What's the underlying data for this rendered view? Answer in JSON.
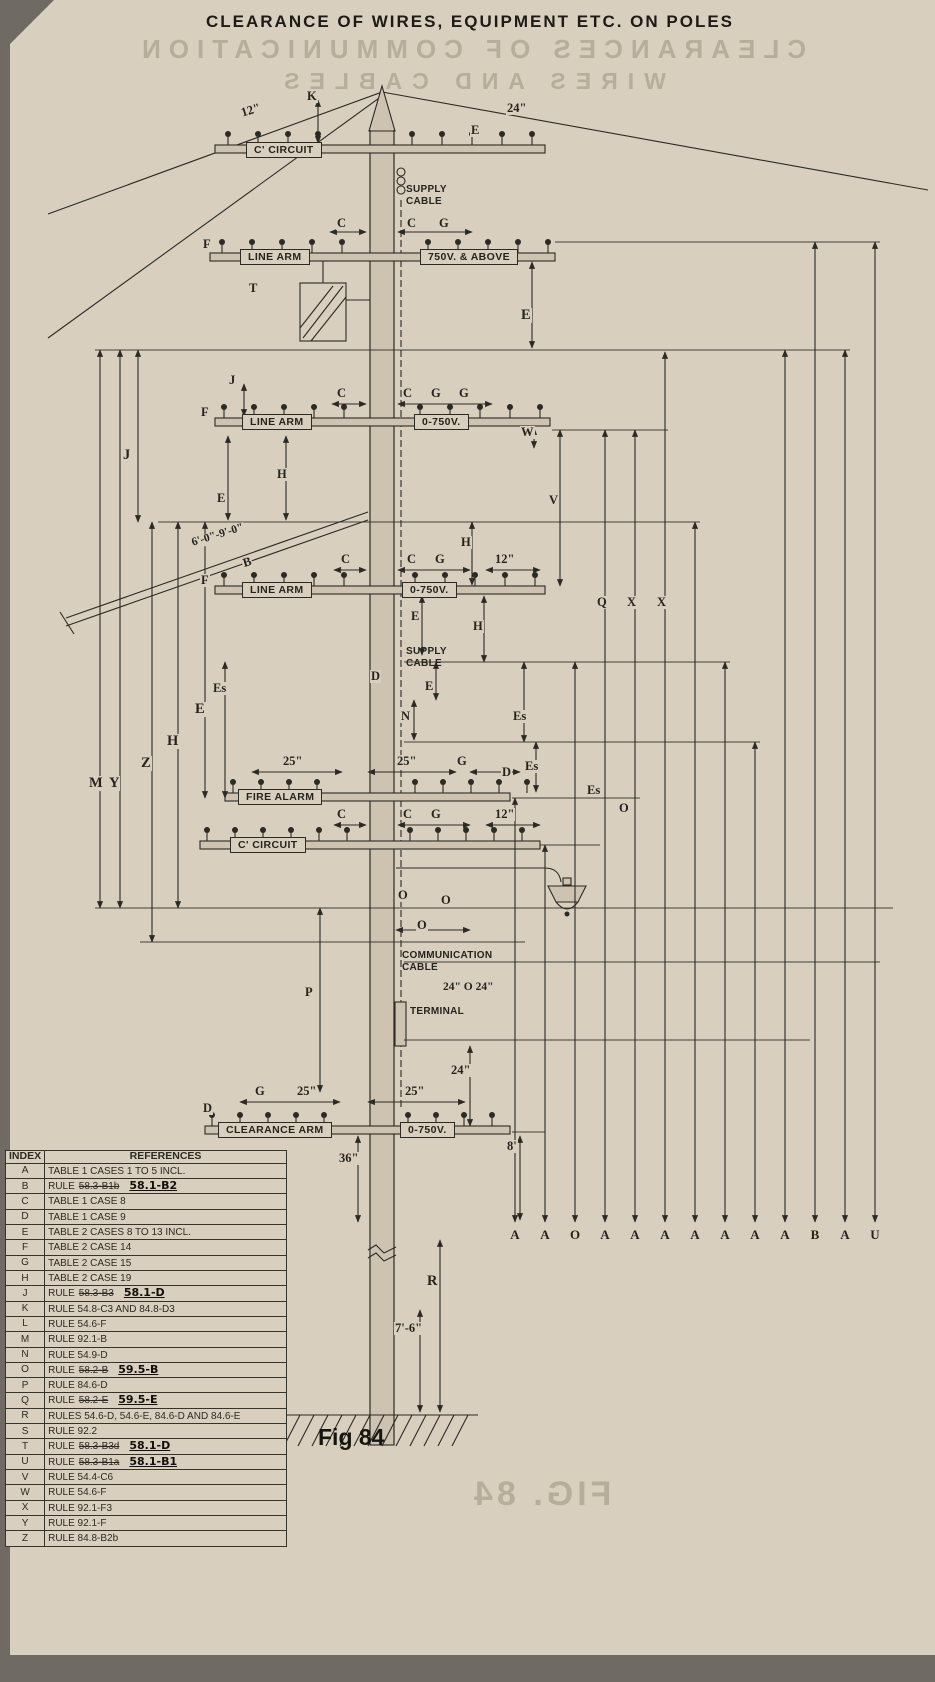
{
  "page": {
    "title": "CLEARANCE OF WIRES, EQUIPMENT ETC. ON POLES",
    "figure_caption": "Fig 84"
  },
  "bleedthrough": {
    "line1": "CLEARANCES OF COMMUNICATION",
    "line2": "WIRES AND CABLES",
    "fig": "FIG. 84"
  },
  "diagram": {
    "arms": {
      "arm1_label": "C' CIRCUIT",
      "arm2_label": "LINE ARM",
      "arm2_voltage": "750V. & ABOVE",
      "arm3_label": "LINE ARM",
      "arm3_voltage": "0-750V.",
      "arm4_label": "LINE ARM",
      "arm4_voltage": "0-750V.",
      "arm5_label": "FIRE ALARM",
      "arm6_label": "C' CIRCUIT",
      "arm7_label": "CLEARANCE ARM",
      "arm7_voltage": "0-750V."
    },
    "notes": {
      "supply_cable": [
        "SUPPLY",
        "CABLE"
      ],
      "communication_cable": [
        "COMMUNICATION",
        "CABLE"
      ],
      "terminal": "TERMINAL"
    },
    "dims": {
      "k": "K",
      "in12_top": "12\"",
      "in24_top": "24\"",
      "e_top": "E",
      "c_a": "C",
      "c_b": "C",
      "g_a": "G",
      "f_a": "F",
      "t": "T",
      "e_a": "E",
      "j_a": "J",
      "j_b": "J",
      "c_c": "C",
      "c_d": "C",
      "g_b": "G",
      "g_c": "G",
      "f_b": "F",
      "w": "W",
      "h_a": "H",
      "e_e": "E",
      "v": "V",
      "guy": "6'-0\"-9'-0\"",
      "b": "B",
      "c_e": "C",
      "c_f": "C",
      "g_d": "G",
      "in12_a": "12\"",
      "f_c": "F",
      "h_c": "H",
      "e_c": "E",
      "h_b": "H",
      "q": "Q",
      "x_a": "X",
      "x_b": "X",
      "d_a": "D",
      "e_d": "E",
      "n": "N",
      "es_a": "Es",
      "e_b": "E",
      "h_d": "H",
      "z": "Z",
      "m": "M",
      "y": "Y",
      "es_b": "Es",
      "es_c": "Es",
      "in25_a": "25\"",
      "in25_b": "25\"",
      "g_e": "G",
      "d_b": "D",
      "es_d": "Es",
      "o_a": "O",
      "c_g": "C",
      "c_h": "C",
      "g_f": "G",
      "in12_b": "12\"",
      "o_b": "O",
      "o_c": "O",
      "o_d": "O",
      "p": "P",
      "t24_mid": "24\" O 24\"",
      "in24_a": "24\"",
      "g_g": "G",
      "in25_c": "25\"",
      "in25_d": "25\"",
      "d_c": "D",
      "ft8": "8'",
      "in36": "36\"",
      "r": "R",
      "ft76": "7'-6\""
    },
    "bottom_letters": [
      "A",
      "A",
      "O",
      "A",
      "A",
      "A",
      "A",
      "A",
      "A",
      "A",
      "B",
      "A",
      "U"
    ]
  },
  "references_table": {
    "header": {
      "index": "INDEX",
      "references": "REFERENCES"
    },
    "rows": [
      {
        "index": "A",
        "text": "TABLE 1 CASES 1 TO 5 INCL.",
        "old": "",
        "new": ""
      },
      {
        "index": "B",
        "text": "RULE",
        "old": "58.3-B1b",
        "new": "58.1-B2"
      },
      {
        "index": "C",
        "text": "TABLE 1 CASE 8",
        "old": "",
        "new": ""
      },
      {
        "index": "D",
        "text": "TABLE 1 CASE 9",
        "old": "",
        "new": ""
      },
      {
        "index": "E",
        "text": "TABLE 2 CASES 8 TO 13 INCL.",
        "old": "",
        "new": ""
      },
      {
        "index": "F",
        "text": "TABLE 2 CASE 14",
        "old": "",
        "new": ""
      },
      {
        "index": "G",
        "text": "TABLE 2 CASE 15",
        "old": "",
        "new": ""
      },
      {
        "index": "H",
        "text": "TABLE 2 CASE 19",
        "old": "",
        "new": ""
      },
      {
        "index": "J",
        "text": "RULE",
        "old": "58.3-B3",
        "new": "58.1-D"
      },
      {
        "index": "K",
        "text": "RULE 54.8-C3 AND 84.8-D3",
        "old": "",
        "new": ""
      },
      {
        "index": "L",
        "text": "RULE 54.6-F",
        "old": "",
        "new": ""
      },
      {
        "index": "M",
        "text": "RULE 92.1-B",
        "old": "",
        "new": ""
      },
      {
        "index": "N",
        "text": "RULE 54.9-D",
        "old": "",
        "new": ""
      },
      {
        "index": "O",
        "text": "RULE",
        "old": "58.2-B",
        "new": "59.5-B"
      },
      {
        "index": "P",
        "text": "RULE 84.6-D",
        "old": "",
        "new": ""
      },
      {
        "index": "Q",
        "text": "RULE",
        "old": "58.2-E",
        "new": "59.5-E"
      },
      {
        "index": "R",
        "text": "RULES 54.6-D, 54.6-E, 84.6-D AND 84.6-E",
        "old": "",
        "new": ""
      },
      {
        "index": "S",
        "text": "RULE 92.2",
        "old": "",
        "new": ""
      },
      {
        "index": "T",
        "text": "RULE",
        "old": "58.3-B3d",
        "new": "58.1-D"
      },
      {
        "index": "U",
        "text": "RULE",
        "old": "58.3-B1a",
        "new": "58.1-B1"
      },
      {
        "index": "V",
        "text": "RULE 54.4-C6",
        "old": "",
        "new": ""
      },
      {
        "index": "W",
        "text": "RULE 54.6-F",
        "old": "",
        "new": ""
      },
      {
        "index": "X",
        "text": "RULE 92.1-F3",
        "old": "",
        "new": ""
      },
      {
        "index": "Y",
        "text": "RULE 92.1-F",
        "old": "",
        "new": ""
      },
      {
        "index": "Z",
        "text": "RULE 84.8-B2b",
        "old": "",
        "new": ""
      }
    ]
  }
}
